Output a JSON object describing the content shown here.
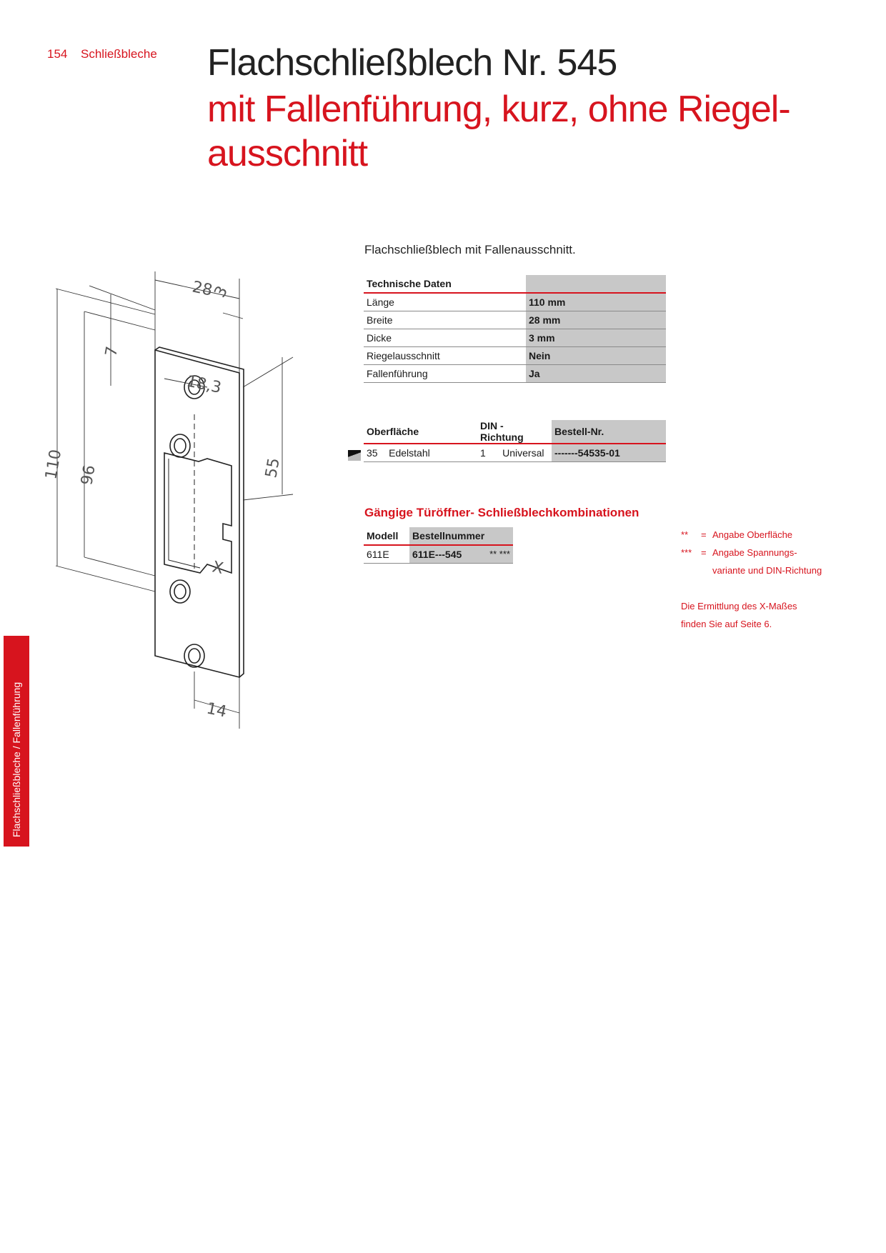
{
  "header": {
    "page_number": "154",
    "section": "Schließbleche",
    "title": "Flachschließblech Nr. 545",
    "subtitle": "mit Fallenführung, kurz, ohne Riegel-ausschnitt"
  },
  "intro": "Flachschließblech mit Fallenausschnitt.",
  "drawing": {
    "dims": [
      "28",
      "3",
      "7",
      "18,3",
      "110",
      "96",
      "55",
      "X",
      "14"
    ]
  },
  "tech_table": {
    "header": "Technische Daten",
    "rows": [
      {
        "label": "Länge",
        "value": "110 mm"
      },
      {
        "label": "Breite",
        "value": "28 mm"
      },
      {
        "label": "Dicke",
        "value": "3 mm"
      },
      {
        "label": "Riegelausschnitt",
        "value": "Nein"
      },
      {
        "label": "Fallenführung",
        "value": "Ja"
      }
    ]
  },
  "order_table": {
    "headers": [
      "Oberfläche",
      "DIN - Richtung",
      "Bestell-Nr."
    ],
    "row": {
      "code": "35",
      "surface": "Edelstahl",
      "din_code": "1",
      "din": "Universal",
      "order_no": "-------54535-01"
    }
  },
  "combo": {
    "title": "Gängige Türöffner- Schließblechkombinationen",
    "headers": [
      "Modell",
      "Bestellnummer"
    ],
    "row": {
      "model": "611E",
      "order": "611E---545",
      "suffix": "** ***"
    }
  },
  "notes": [
    {
      "key": "**",
      "text": "Angabe Oberfläche"
    },
    {
      "key": "***",
      "text": "Angabe Spannungs-"
    },
    {
      "key": "",
      "text": "variante und DIN-Richtung"
    }
  ],
  "x_note": [
    "Die Ermittlung des X-Maßes",
    "finden Sie auf Seite 6."
  ],
  "sidebar": "Flachschließbleche / Fallenführung",
  "colors": {
    "accent": "#d7141e",
    "shade": "#c8c8c8"
  }
}
